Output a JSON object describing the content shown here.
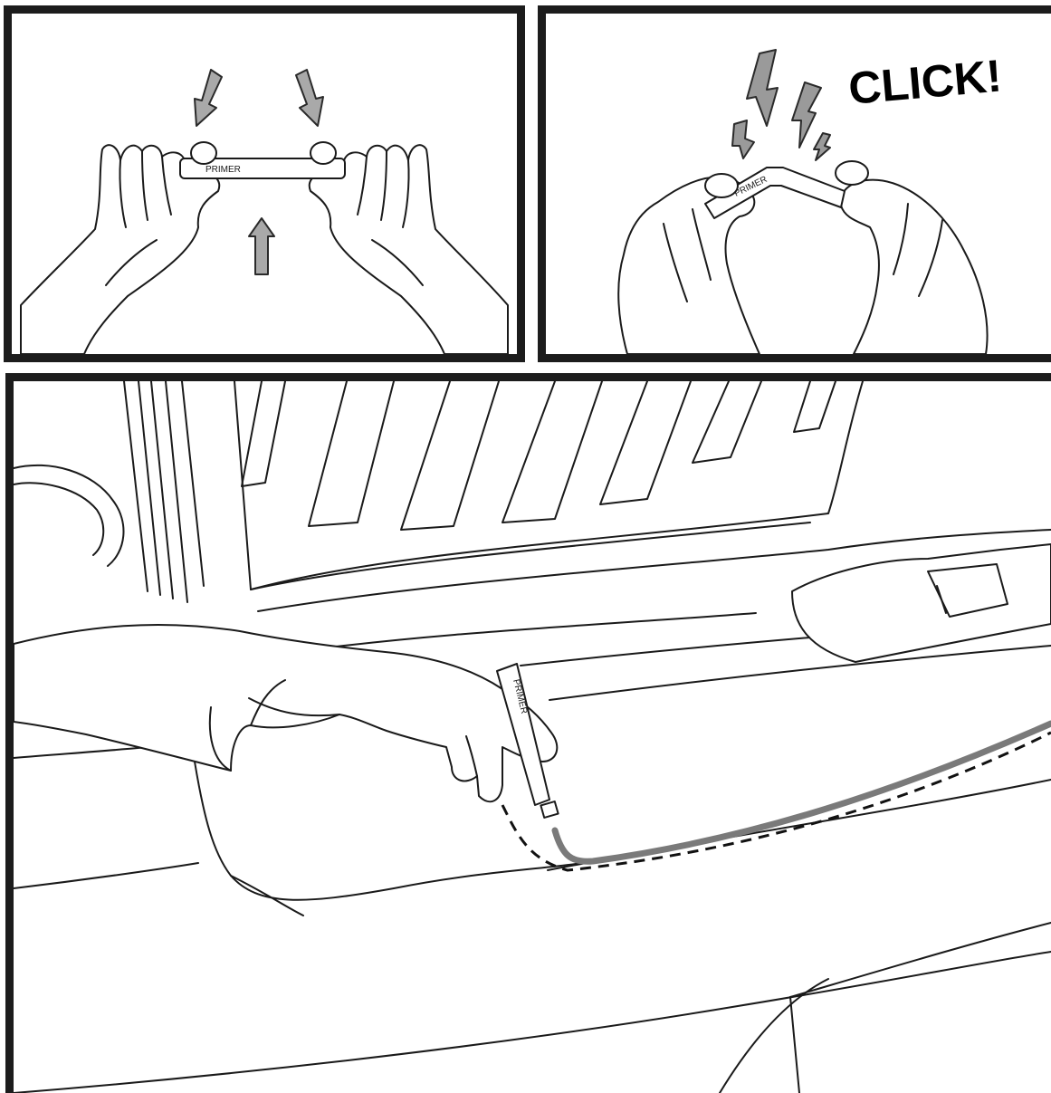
{
  "panels": {
    "squeeze": {
      "stick_label": "PRIMER"
    },
    "snap": {
      "stick_label": "PRIMER",
      "sound_text": "CLICK!"
    },
    "apply": {
      "stick_label": "PRIMER"
    }
  },
  "colors": {
    "border": "#1c1c1c",
    "arrow_fill": "#a9a9a9",
    "bolt_fill": "#9a9a9a",
    "primer_strip": "#7a7a7a"
  }
}
